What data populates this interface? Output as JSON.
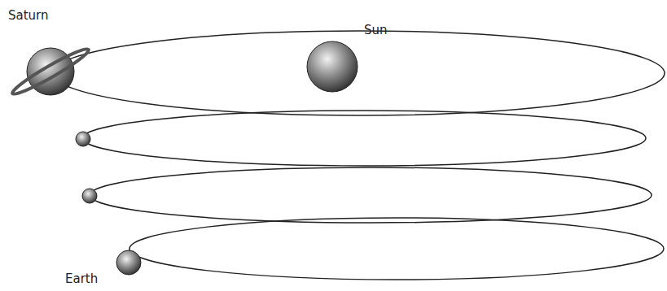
{
  "diagram": {
    "labels": [
      "Saturn",
      "Sun",
      "Earth"
    ]
  }
}
